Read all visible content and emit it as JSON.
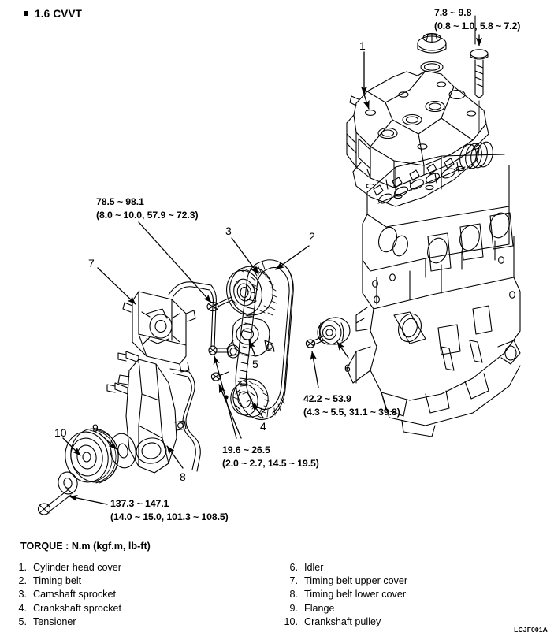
{
  "heading": {
    "bullet": "square-bullet",
    "title": "1.6 CVVT"
  },
  "torque_callouts": [
    {
      "id": "head-cover",
      "primary": "7.8 ~ 9.8",
      "secondary": "(0.8 ~ 1.0, 5.8 ~ 7.2)",
      "applies_to": "Cylinder head cover bolt"
    },
    {
      "id": "cam-sprocket",
      "primary": "78.5 ~ 98.1",
      "secondary": "(8.0 ~ 10.0, 57.9 ~ 72.3)",
      "applies_to": "Camshaft sprocket bolt"
    },
    {
      "id": "idler",
      "primary": "42.2 ~ 53.9",
      "secondary": "(4.3 ~ 5.5, 31.1 ~ 39.8)",
      "applies_to": "Idler bolt"
    },
    {
      "id": "tensioner",
      "primary": "19.6 ~ 26.5",
      "secondary": "(2.0 ~ 2.7, 14.5 ~ 19.5)",
      "applies_to": "Tensioner bolt"
    },
    {
      "id": "pulley",
      "primary": "137.3 ~ 147.1",
      "secondary": "(14.0 ~ 15.0, 101.3 ~ 108.5)",
      "applies_to": "Crankshaft pulley bolt"
    }
  ],
  "callout_numbers": {
    "n1": "1",
    "n2": "2",
    "n3": "3",
    "n4": "4",
    "n5": "5",
    "n6": "6",
    "n7": "7",
    "n8": "8",
    "n9": "9",
    "n10": "10"
  },
  "torque_legend": "TORQUE : N.m (kgf.m, lb-ft)",
  "parts_list": {
    "left": [
      {
        "index": "1.",
        "label": "Cylinder head cover"
      },
      {
        "index": "2.",
        "label": "Timing belt"
      },
      {
        "index": "3.",
        "label": "Camshaft sprocket"
      },
      {
        "index": "4.",
        "label": "Crankshaft sprocket"
      },
      {
        "index": "5.",
        "label": "Tensioner"
      }
    ],
    "right": [
      {
        "index": "6.",
        "label": "Idler"
      },
      {
        "index": "7.",
        "label": "Timing belt upper cover"
      },
      {
        "index": "8.",
        "label": "Timing belt lower cover"
      },
      {
        "index": "9.",
        "label": "Flange"
      },
      {
        "index": "10.",
        "label": "Crankshaft pulley"
      }
    ]
  },
  "figure_code": "LCJF001A",
  "colors": {
    "ink": "#000000",
    "background": "#ffffff"
  }
}
